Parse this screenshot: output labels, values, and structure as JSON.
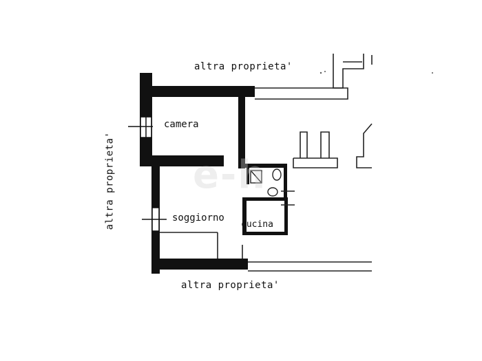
{
  "labels": {
    "top": "altra proprieta'",
    "bottom": "altra proprieta'",
    "left": "altra proprieta'",
    "camera": "camera",
    "soggiorno": "soggiorno",
    "cucina": "cucina"
  },
  "colors": {
    "wall": "#111111",
    "line": "#222222",
    "background": "#ffffff"
  }
}
